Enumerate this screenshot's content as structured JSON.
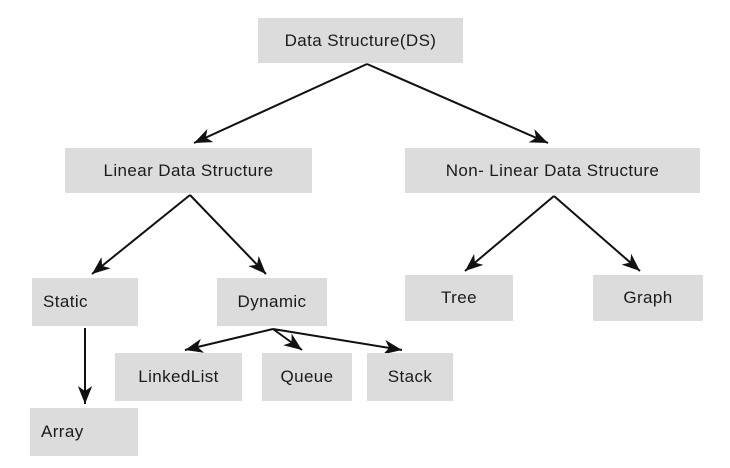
{
  "diagram": {
    "description": "Tree diagram classifying data structures",
    "colors": {
      "background": "#ffffff",
      "node_fill": "#dcdcdc",
      "text": "#1b1b1b",
      "line": "#111111"
    },
    "nodes": [
      {
        "id": "ds",
        "label": "Data Structure(DS)"
      },
      {
        "id": "linear",
        "label": "Linear Data Structure"
      },
      {
        "id": "nonlinear",
        "label": "Non- Linear Data Structure"
      },
      {
        "id": "static",
        "label": "Static"
      },
      {
        "id": "dynamic",
        "label": "Dynamic"
      },
      {
        "id": "tree",
        "label": "Tree"
      },
      {
        "id": "graph",
        "label": "Graph"
      },
      {
        "id": "linkedlist",
        "label": "LinkedList"
      },
      {
        "id": "queue",
        "label": "Queue"
      },
      {
        "id": "stack",
        "label": "Stack"
      },
      {
        "id": "array",
        "label": "Array"
      }
    ],
    "edges": [
      {
        "from": "ds",
        "to": "linear"
      },
      {
        "from": "ds",
        "to": "nonlinear"
      },
      {
        "from": "linear",
        "to": "static"
      },
      {
        "from": "linear",
        "to": "dynamic"
      },
      {
        "from": "nonlinear",
        "to": "tree"
      },
      {
        "from": "nonlinear",
        "to": "graph"
      },
      {
        "from": "static",
        "to": "array"
      },
      {
        "from": "dynamic",
        "to": "linkedlist"
      },
      {
        "from": "dynamic",
        "to": "queue"
      },
      {
        "from": "dynamic",
        "to": "stack"
      }
    ]
  }
}
